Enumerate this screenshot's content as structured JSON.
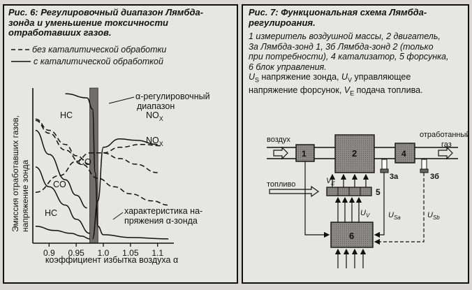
{
  "fig6": {
    "title": "Рис. 6: Регулировочный диапазон Лямбда-зонда и уменьшение токсичности отработавших газов.",
    "title_l1": "Рис. 6: Регулировочный диапазон Лямбда-",
    "title_l2": "зонда и уменьшение токсичности",
    "title_l3": "отработавших газов.",
    "legend_dashed": "без каталитической обработки",
    "legend_solid": "с каталитической обработкой",
    "ylabel_1": "Эмиссия отработавших газов,",
    "ylabel_2": "напряжение зонда",
    "xlabel": "коэффициент избытка воздуха α",
    "band_label_1": "α-регулировочный",
    "band_label_2": "диапазон",
    "char_label_1": "характеристика на-",
    "char_label_2": "пряжения α-зонда",
    "curve_labels": {
      "hc_top": "HC",
      "co_top": "CO",
      "co_low": "CO",
      "hc_low": "HC",
      "nox_top": "NO",
      "nox_low": "NO",
      "sub": "X"
    }
  },
  "chart_data": {
    "type": "line",
    "x_ticks": [
      "0.9",
      "0.95",
      "1.0",
      "1.05",
      "1.1"
    ],
    "xlim": [
      0.87,
      1.13
    ],
    "highlight_band": [
      0.975,
      0.99
    ],
    "series": [
      {
        "name": "HC",
        "style": "dashed",
        "x": [
          0.875,
          0.9,
          0.93,
          0.95,
          0.975
        ],
        "y": [
          0.88,
          0.8,
          0.7,
          0.62,
          0.56
        ]
      },
      {
        "name": "CO",
        "style": "dashed",
        "x": [
          0.875,
          0.9,
          0.93,
          0.96,
          0.99,
          1.02,
          1.05,
          1.09,
          1.12
        ],
        "y": [
          0.87,
          0.78,
          0.66,
          0.56,
          0.46,
          0.4,
          0.35,
          0.3,
          0.27
        ]
      },
      {
        "name": "NOx",
        "style": "dashed",
        "x": [
          0.875,
          0.92,
          0.95,
          0.975,
          1.0,
          1.03,
          1.06,
          1.1
        ],
        "y": [
          0.36,
          0.48,
          0.58,
          0.64,
          0.64,
          0.6,
          0.56,
          0.5
        ]
      },
      {
        "name": "NOx",
        "style": "dashed",
        "x": [
          1.0,
          1.03,
          1.07,
          1.11
        ],
        "y": [
          0.64,
          0.68,
          0.7,
          0.69
        ]
      },
      {
        "name": "HC",
        "style": "solid",
        "x": [
          0.875,
          0.9,
          0.93,
          0.95,
          0.97
        ],
        "y": [
          0.8,
          0.63,
          0.45,
          0.34,
          0.25
        ]
      },
      {
        "name": "CO",
        "style": "solid",
        "x": [
          0.875,
          0.9,
          0.93,
          0.95,
          0.975
        ],
        "y": [
          0.54,
          0.4,
          0.27,
          0.17,
          0.07
        ]
      },
      {
        "name": "NOx",
        "style": "solid",
        "x": [
          0.98,
          0.99,
          1.0,
          1.03,
          1.06,
          1.1
        ],
        "y": [
          0.03,
          0.3,
          0.68,
          0.74,
          0.73,
          0.7
        ]
      },
      {
        "name": "HC",
        "style": "solid",
        "x": [
          0.875,
          0.91,
          0.94,
          0.96,
          0.975
        ],
        "y": [
          0.12,
          0.09,
          0.07,
          0.05,
          0.03
        ]
      },
      {
        "name": "характеристика напряжения α-зонда",
        "style": "solid",
        "x": [
          0.93,
          0.97,
          0.98,
          0.985,
          0.99,
          1.0,
          1.05,
          1.12
        ],
        "y": [
          1.06,
          1.03,
          0.95,
          0.5,
          0.12,
          0.06,
          0.04,
          0.03
        ]
      }
    ]
  },
  "fig7": {
    "title_l1": "Рис. 7: Функциональная схема Лямбда-",
    "title_l2": "регулироания.",
    "desc_l1": "1 измеритель воздушной массы, 2 двигатель,",
    "desc_l2": "3а Лямбда-зонд 1, 3б Лямбда-зонд 2 (только",
    "desc_l3": "при потребности), 4 катализатор, 5 форсунка,",
    "desc_l4": "6 блок управления.",
    "desc_l5_a": "U",
    "desc_l5_b": "S",
    "desc_l5_c": " напряжение зонда, ",
    "desc_l5_d": "U",
    "desc_l5_e": "V",
    "desc_l5_f": " управляющее",
    "desc_l6_a": "напряжение форсунок, ",
    "desc_l6_b": "V",
    "desc_l6_c": "E",
    "desc_l6_d": " подача топлива.",
    "labels": {
      "air": "воздух",
      "exhaust_1": "отработанный",
      "exhaust_2": "газ",
      "fuel": "топливо",
      "b1": "1",
      "b2": "2",
      "b4": "4",
      "b5": "5",
      "b6": "6",
      "s3a": "3а",
      "s3b": "3б",
      "ve": "V",
      "ve_sub": "E",
      "uv": "U",
      "uv_sub": "V",
      "usa": "U",
      "usa_sub": "Sa",
      "usb": "U",
      "usb_sub": "Sb"
    }
  }
}
